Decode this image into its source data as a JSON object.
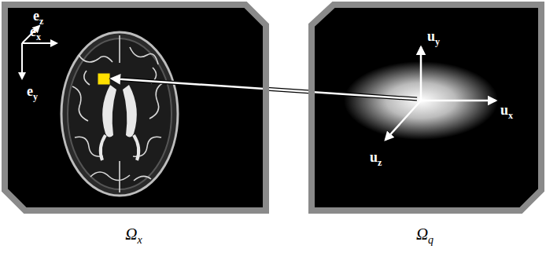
{
  "diagram": {
    "nodes": [
      {
        "text": [
          "Ωx"
        ]
      },
      {
        "text": [
          "Ωq"
        ]
      }
    ],
    "edges": [
      {
        "from": 1,
        "to": 0,
        "arrow": "to"
      }
    ],
    "labels": [
      "ez",
      "ex",
      "ey",
      "uy",
      "ux",
      "uz"
    ]
  }
}
